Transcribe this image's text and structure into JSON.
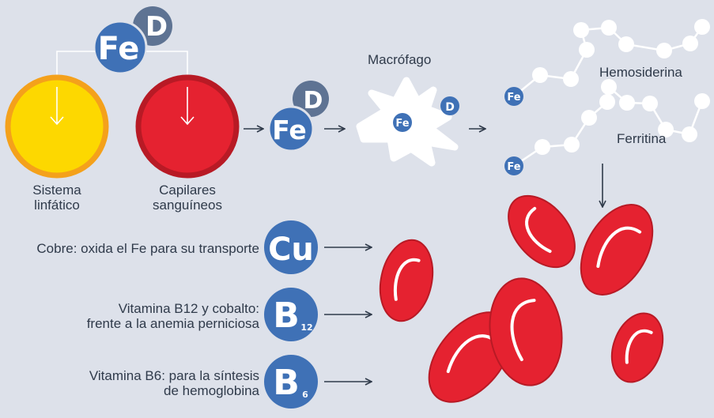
{
  "symbols": {
    "iron": "Fe",
    "vitamin_d": "D",
    "copper": "Cu",
    "vitamin_b": "B",
    "b12_sub": "12",
    "b6_sub": "6"
  },
  "labels": {
    "lymph": [
      "Sistema",
      "linfático"
    ],
    "capillaries": [
      "Capilares",
      "sanguíneos"
    ],
    "macrophage": "Macrófago",
    "hemosiderin": "Hemosiderina",
    "ferritin": "Ferritina",
    "copper_note": "Cobre: oxida el Fe para su transporte",
    "b12_note": [
      "Vitamina B12 y cobalto:",
      "frente a la anemia perniciosa"
    ],
    "b6_note": [
      "Vitamina B6: para la síntesis",
      "de hemoglobina"
    ]
  },
  "colors": {
    "background": "#dde1ea",
    "blue": "#3f71b6",
    "slate": "#5e7393",
    "yellow": "#fdd800",
    "orange": "#f4a11b",
    "red": "#e52230",
    "dark_red": "#b81a25",
    "text": "#2f3a4a",
    "white": "#ffffff"
  }
}
